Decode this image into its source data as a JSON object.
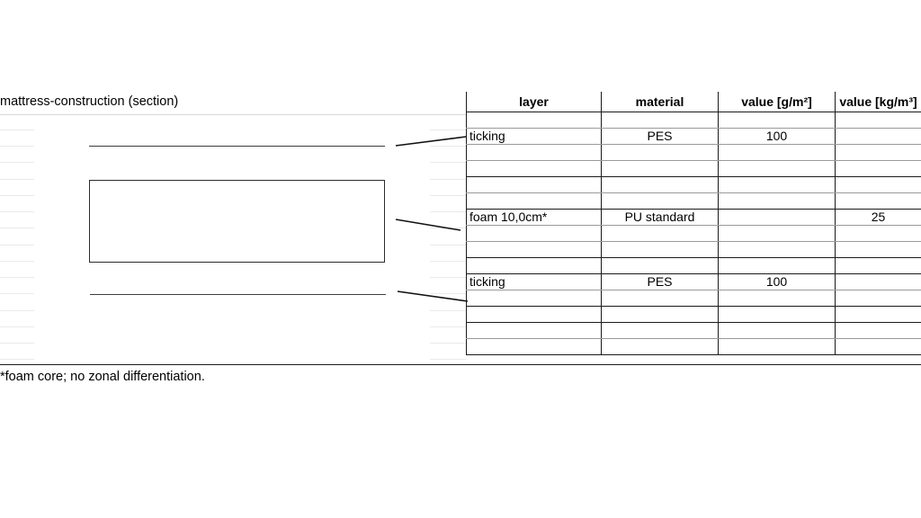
{
  "diagram": {
    "title": "mattress-construction (section)",
    "footnote": "*foam core; no zonal differentiation.",
    "parts": [
      {
        "name": "top-ticking-line",
        "kind": "line"
      },
      {
        "name": "foam-core-block",
        "kind": "rectangle"
      },
      {
        "name": "bottom-ticking-line",
        "kind": "line"
      }
    ],
    "leaders": 3
  },
  "table": {
    "columns": [
      "layer",
      "material",
      "value [g/m²]",
      "value [kg/m³]"
    ],
    "rows": [
      {
        "layer": "",
        "material": "",
        "gsm": "",
        "density": ""
      },
      {
        "layer": "ticking",
        "material": "PES",
        "gsm": "100",
        "density": ""
      },
      {
        "layer": "",
        "material": "",
        "gsm": "",
        "density": ""
      },
      {
        "layer": "",
        "material": "",
        "gsm": "",
        "density": ""
      },
      {
        "layer": "",
        "material": "",
        "gsm": "",
        "density": ""
      },
      {
        "layer": "",
        "material": "",
        "gsm": "",
        "density": ""
      },
      {
        "layer": "foam 10,0cm*",
        "material": "PU standard",
        "gsm": "",
        "density": "25"
      },
      {
        "layer": "",
        "material": "",
        "gsm": "",
        "density": ""
      },
      {
        "layer": "",
        "material": "",
        "gsm": "",
        "density": ""
      },
      {
        "layer": "",
        "material": "",
        "gsm": "",
        "density": ""
      },
      {
        "layer": "ticking",
        "material": "PES",
        "gsm": "100",
        "density": ""
      },
      {
        "layer": "",
        "material": "",
        "gsm": "",
        "density": ""
      },
      {
        "layer": "",
        "material": "",
        "gsm": "",
        "density": ""
      },
      {
        "layer": "",
        "material": "",
        "gsm": "",
        "density": ""
      },
      {
        "layer": "",
        "material": "",
        "gsm": "",
        "density": ""
      }
    ]
  },
  "colors": {
    "ink": "#1a1a1a",
    "rule_gray": "#9a9a9a",
    "grid_faint": "#eaeaea",
    "background": "#ffffff"
  }
}
